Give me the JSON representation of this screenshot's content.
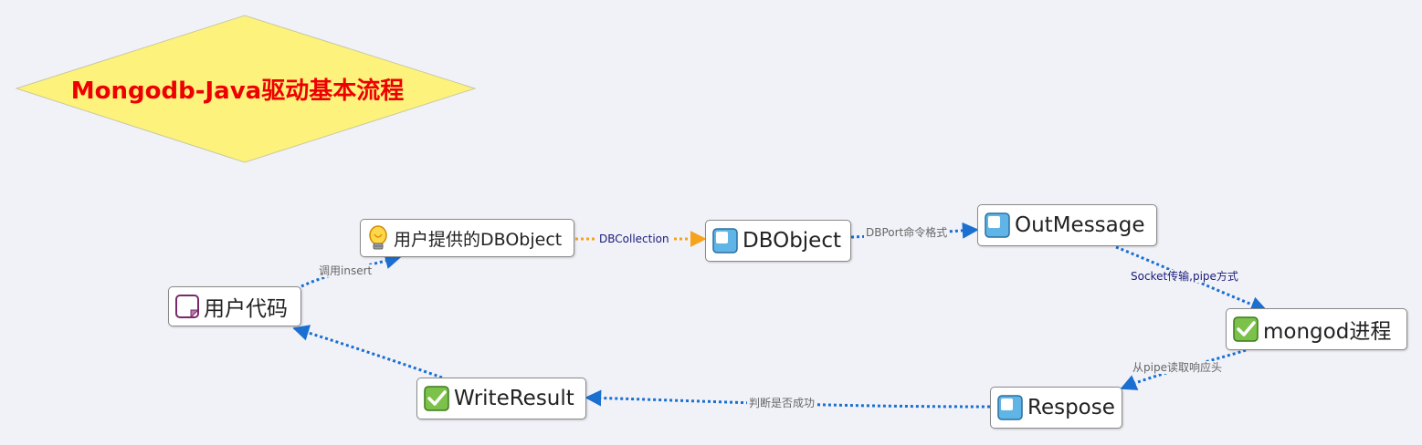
{
  "title": "Mongodb-Java驱动基本流程",
  "colors": {
    "background": "#f1f2f8",
    "title_fill": "#fdf27c",
    "title_text": "#ee0000",
    "edge_blue": "#1a6fd0",
    "edge_orange": "#f7a21b"
  },
  "nodes": {
    "user_code": {
      "label": "用户代码",
      "icon": "note-icon"
    },
    "user_dbobject": {
      "label": "用户提供的DBObject",
      "icon": "lightbulb-icon"
    },
    "dbobject": {
      "label": "DBObject",
      "icon": "cube-icon"
    },
    "outmessage": {
      "label": "OutMessage",
      "icon": "cube-icon"
    },
    "mongod": {
      "label": "mongod进程",
      "icon": "checkmark-icon"
    },
    "respose": {
      "label": "Respose",
      "icon": "cube-icon"
    },
    "writeresult": {
      "label": "WriteResult",
      "icon": "checkmark-icon"
    }
  },
  "edges": [
    {
      "from": "user_code",
      "to": "user_dbobject",
      "label": "调用insert"
    },
    {
      "from": "user_dbobject",
      "to": "dbobject",
      "label": "DBCollection"
    },
    {
      "from": "dbobject",
      "to": "outmessage",
      "label": "DBPort命令格式"
    },
    {
      "from": "outmessage",
      "to": "mongod",
      "label": "Socket传输,pipe方式"
    },
    {
      "from": "mongod",
      "to": "respose",
      "label": "从pipe读取响应头"
    },
    {
      "from": "respose",
      "to": "writeresult",
      "label": "判断是否成功"
    },
    {
      "from": "writeresult",
      "to": "user_code",
      "label": ""
    }
  ]
}
